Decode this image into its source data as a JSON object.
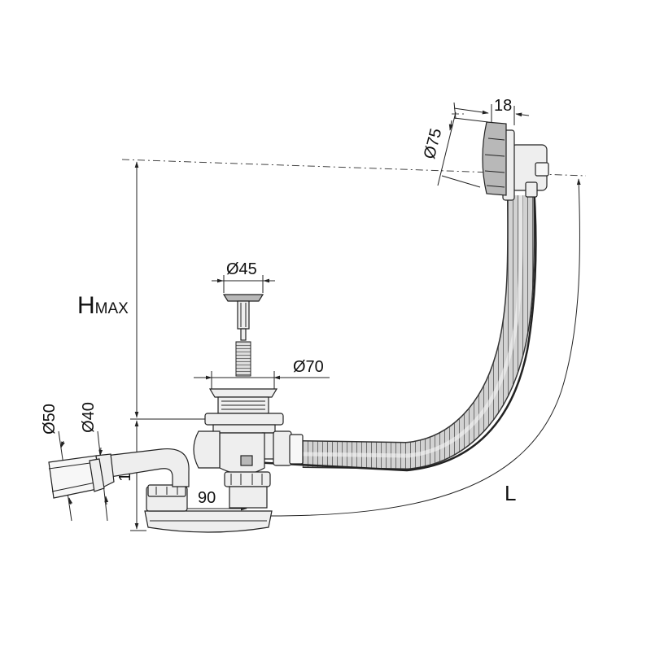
{
  "labels": {
    "d75": "Ø75",
    "d18": "18",
    "d45": "Ø45",
    "d70": "Ø70",
    "hmax_h": "H",
    "hmax_max": "MAX",
    "d50": "Ø50",
    "d40": "Ø40",
    "d120": "120",
    "d90": "90",
    "len": "L"
  }
}
